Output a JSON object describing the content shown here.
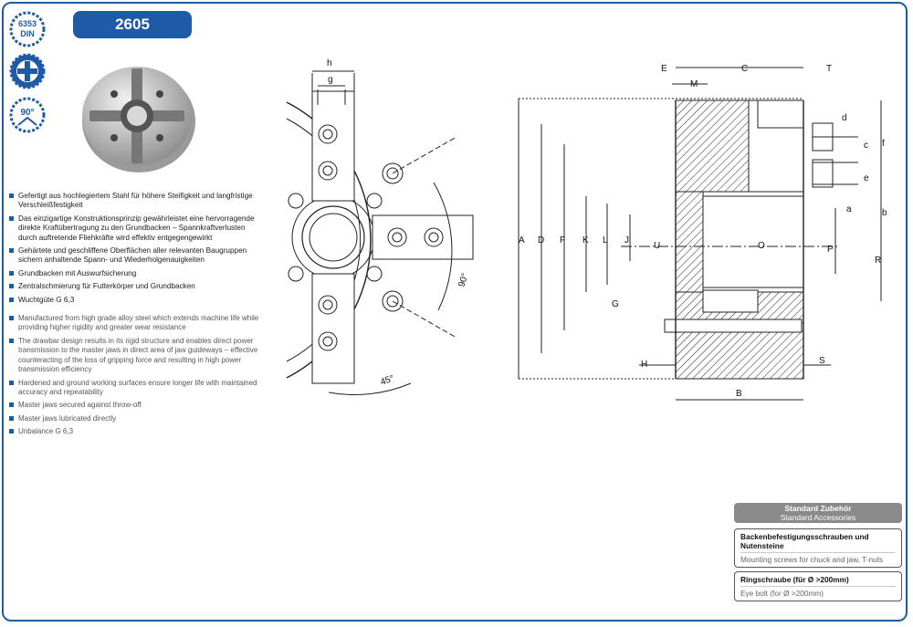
{
  "header": {
    "title": "2605",
    "badges": [
      {
        "name": "din-6353-badge",
        "text1": "6353",
        "text2": "DIN"
      },
      {
        "name": "blue-gear-cross-badge"
      },
      {
        "name": "angle-90-badge",
        "text": "90°"
      }
    ]
  },
  "features_de": [
    "Gefertigt aus hochlegiertem Stahl für höhere Steifigkeit und langfristige Verschleißfestigkeit",
    "Das einzigartige Konstruktionsprinzip gewährleistet eine hervorragende direkte Kraftübertragung zu den Grundbacken – Spannkraftverlusten durch auftretende Fliehkräfte wird effektiv entgegengewirkt",
    "Gehärtete und geschliffene Oberflächen aller relevanten Baugruppen sichern anhaltende Spann- und Wiederholgenauigkeiten",
    "Grundbacken mit Auswurfsicherung",
    "Zentralschmierung für Futterkörper und Grundbacken",
    "Wuchtgüte G 6,3"
  ],
  "features_en": [
    "Manufactured from high grade alloy steel which extends machine life while providing higher rigidity and greater wear resistance",
    "The drawbar design results in its rigid structure and enables direct power transmission to the master jaws in direct area of jaw guideways – effective counteracting of the loss of gripping force and resulting in high power transmission efficiency",
    "Hardened and ground working surfaces ensure longer life with maintained accuracy and repeatability",
    "Master jaws secured against throw-off",
    "Master jaws lubricated directly",
    "Unbalance G 6,3"
  ],
  "drawing_labels": {
    "h": "h",
    "g": "g",
    "angle90": "90°",
    "angle45": "45°",
    "E": "E",
    "C": "C",
    "T": "T",
    "M": "M",
    "A": "A",
    "D": "D",
    "F": "F",
    "K": "K",
    "L": "L",
    "J": "J",
    "U": "U",
    "O": "O",
    "P": "P",
    "G": "G",
    "H": "H",
    "S": "S",
    "B": "B",
    "d": "d",
    "c": "c",
    "e": "e",
    "f": "f",
    "a": "a",
    "b": "b",
    "R": "R"
  },
  "accessories": {
    "header_de": "Standard Zubehör",
    "header_en": "Standard Accessories",
    "items": [
      {
        "de": "Backenbefestigungsschrauben und Nutensteine",
        "en": "Mounting screws for chuck and jaw, T-nuts"
      },
      {
        "de": "Ringschraube (für Ø >200mm)",
        "en": "Eye bolt (for Ø >200mm)"
      }
    ]
  },
  "colors": {
    "brand": "#1f5aa6",
    "accessory_header": "#8a8a8a"
  }
}
